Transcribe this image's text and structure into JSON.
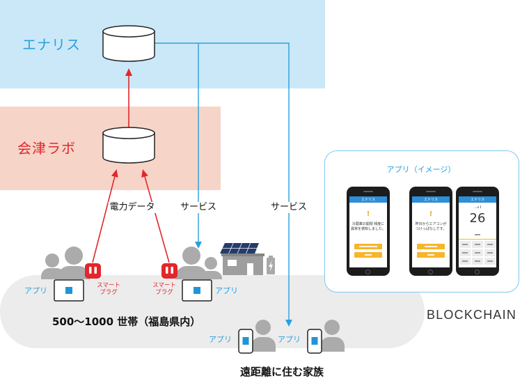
{
  "enaris": {
    "label": "エナリス"
  },
  "aizu_lab": {
    "label": "会津ラボ"
  },
  "flows": {
    "power_data": "電力データ",
    "service_households": "サービス",
    "service_family": "サービス"
  },
  "households": {
    "caption": "500〜1000 世帯（福島県内）",
    "left": {
      "app_label": "アプリ",
      "plug_label_line1": "スマート",
      "plug_label_line2": "プラグ"
    },
    "right": {
      "app_label": "アプリ",
      "plug_label_line1": "スマート",
      "plug_label_line2": "プラグ"
    }
  },
  "family": {
    "caption": "遠距離に住む家族",
    "left_app_label": "アプリ",
    "right_app_label": "アプリ"
  },
  "blockchain_label": "BLOCKCHAIN",
  "app_preview": {
    "title": "アプリ（イメージ）",
    "phones": [
      {
        "header": "エナリス",
        "alert": "!",
        "message_line1": "冷蔵庫の開閉 頻度に",
        "message_line2": "異常を検知しました。"
      },
      {
        "header": "エナリス",
        "alert": "!",
        "message_line1": "昨日からエアコンが",
        "message_line2": "つけっぱなしです。"
      },
      {
        "header": "エナリス",
        "value": "26"
      }
    ]
  },
  "icons": [
    "database-icon",
    "person-icon",
    "smart-plug-icon",
    "tablet-icon",
    "smartphone-icon",
    "solar-house-icon",
    "battery-icon"
  ],
  "colors": {
    "enaris_band": "#cbe8f8",
    "aizu_band": "#f6d5c8",
    "enaris_text": "#2a9fdf",
    "aizu_text": "#e2262b",
    "data_arrow": "#e2262b",
    "service_arrow": "#2a9fdf",
    "label_blue": "#2a9fdf",
    "smart_plug": "#e2262b",
    "household_area": "#ececec",
    "person": "#ababab",
    "app_blue": "#1f95d8",
    "app_header": "#2d8fd6",
    "phone_button": "#f7b52c",
    "alert": "#f5a623",
    "app_box_border": "#7ec8ee",
    "solar_panel": "#263a6b"
  }
}
